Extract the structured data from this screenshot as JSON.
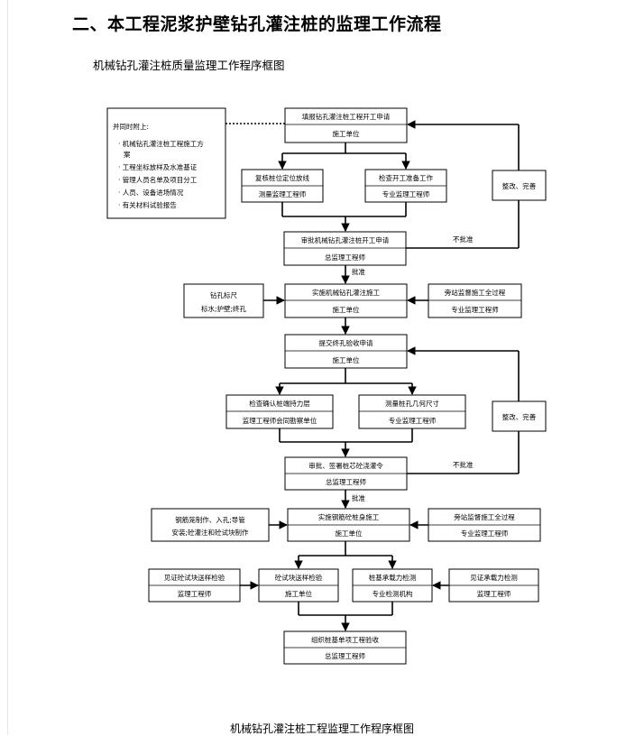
{
  "heading": "二、本工程泥浆护壁钻孔灌注桩的监理工作流程",
  "subheading": "机械钻孔灌注桩质量监理工作程序框图",
  "caption": "机械钻孔灌注桩工程监理工作程序框图",
  "attach": {
    "title": "并同时附上:",
    "items": [
      "· 机械钻孔灌注桩工程施工方",
      "案",
      "· 工程坐标放样及水准基证",
      "· 管理人员名单及项目分工",
      "· 人员、设备进场情况",
      "· 有关材料试验报告"
    ]
  },
  "nodes": {
    "submit_report": {
      "top": "填报钻孔灌注桩工程开工申请",
      "bottom": "施工单位"
    },
    "check_position": {
      "top": "复核桩位定位放线",
      "bottom": "测量监理工程师"
    },
    "check_prep": {
      "top": "检查开工准备工作",
      "bottom": "专业监理工程师"
    },
    "approve_start": {
      "top": "审批机械钻孔灌注桩开工申请",
      "bottom": "总监理工程师"
    },
    "construct": {
      "top": "实施机械钻孔灌注施工",
      "bottom": "施工单位"
    },
    "drill_elev": {
      "top": "钻孔标尺",
      "bottom": "标水;护壁;终孔"
    },
    "side_supervise1": {
      "top": "旁站监督施工全过程",
      "bottom": "专业监理工程师"
    },
    "final_hole": {
      "top": "提交终孔验收申请",
      "bottom": "施工单位"
    },
    "check_bearing": {
      "top": "检查确认桩端持力层",
      "bottom": "监理工程师会同勘察单位"
    },
    "measure_geom": {
      "top": "测量桩孔几何尺寸",
      "bottom": "专业监理工程师"
    },
    "approve_pour": {
      "top": "审批、签署桩芯砼浇灌令",
      "bottom": "总监理工程师"
    },
    "cage_work": {
      "top": "实施钢筋砼桩身施工",
      "bottom": "施工单位"
    },
    "cage_detail": {
      "top": "钢筋笼制作、入孔;导管",
      "bottom": "安装;砼灌注和砼试块制作"
    },
    "side_supervise2": {
      "top": "旁站监督施工全过程",
      "bottom": "专业监理工程师"
    },
    "witness_sample": {
      "top": "见证砼试块送样检验",
      "bottom": "监理工程师"
    },
    "sample_test": {
      "top": "砼试块送样检验",
      "bottom": "施工单位"
    },
    "pile_test": {
      "top": "桩基承载力检测",
      "bottom": "专业检测机构"
    },
    "witness_pile": {
      "top": "见证承载力检测",
      "bottom": "监理工程师"
    },
    "acceptance": {
      "top": "组织桩基单项工程验收",
      "bottom": "总监理工程师"
    },
    "rectify1": {
      "top": "整改、完善"
    },
    "rectify2": {
      "top": "整改、完善"
    }
  },
  "labels": {
    "reject1": "不批准",
    "approve1": "批准",
    "reject2": "不批准",
    "approve2": "批准"
  }
}
